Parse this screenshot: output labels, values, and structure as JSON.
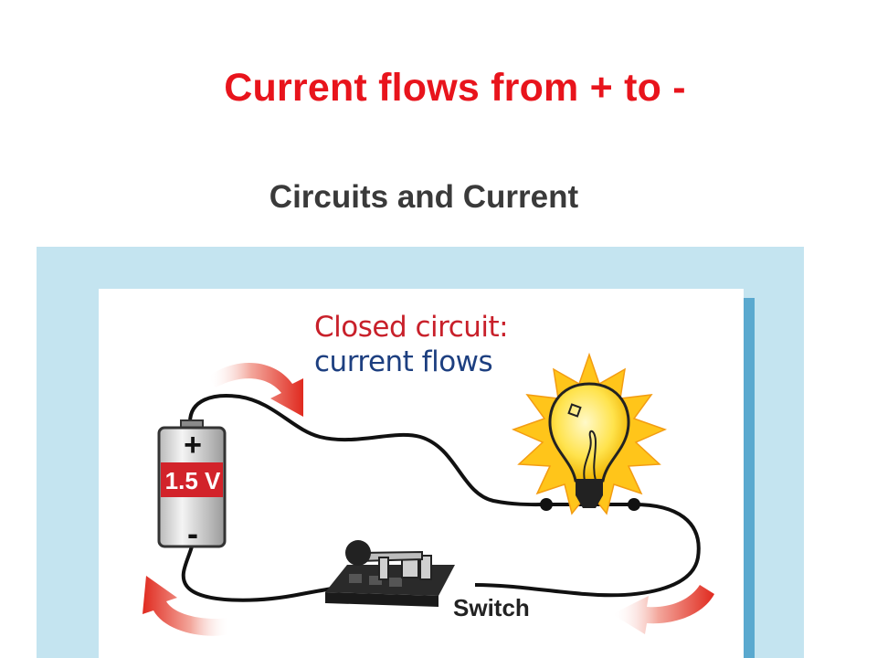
{
  "slide": {
    "title": "Current flows from + to -",
    "title_color": "#e8141c"
  },
  "figure": {
    "title": "Circuits and Current",
    "caption_line1": "Closed circuit:",
    "caption_line2": "current flows",
    "caption_line1_color": "#c8202a",
    "caption_line2_color": "#1d3f80",
    "battery": {
      "positive_symbol": "+",
      "voltage_label": "1.5 V",
      "negative_symbol": "-",
      "band_color": "#d2232a"
    },
    "switch_label": "Switch",
    "arrow_color": "#e02a1f",
    "panel_color": "#c4e4f0",
    "icons": [
      "battery-icon",
      "light-bulb-icon",
      "switch-icon",
      "current-arrow-icon"
    ]
  }
}
